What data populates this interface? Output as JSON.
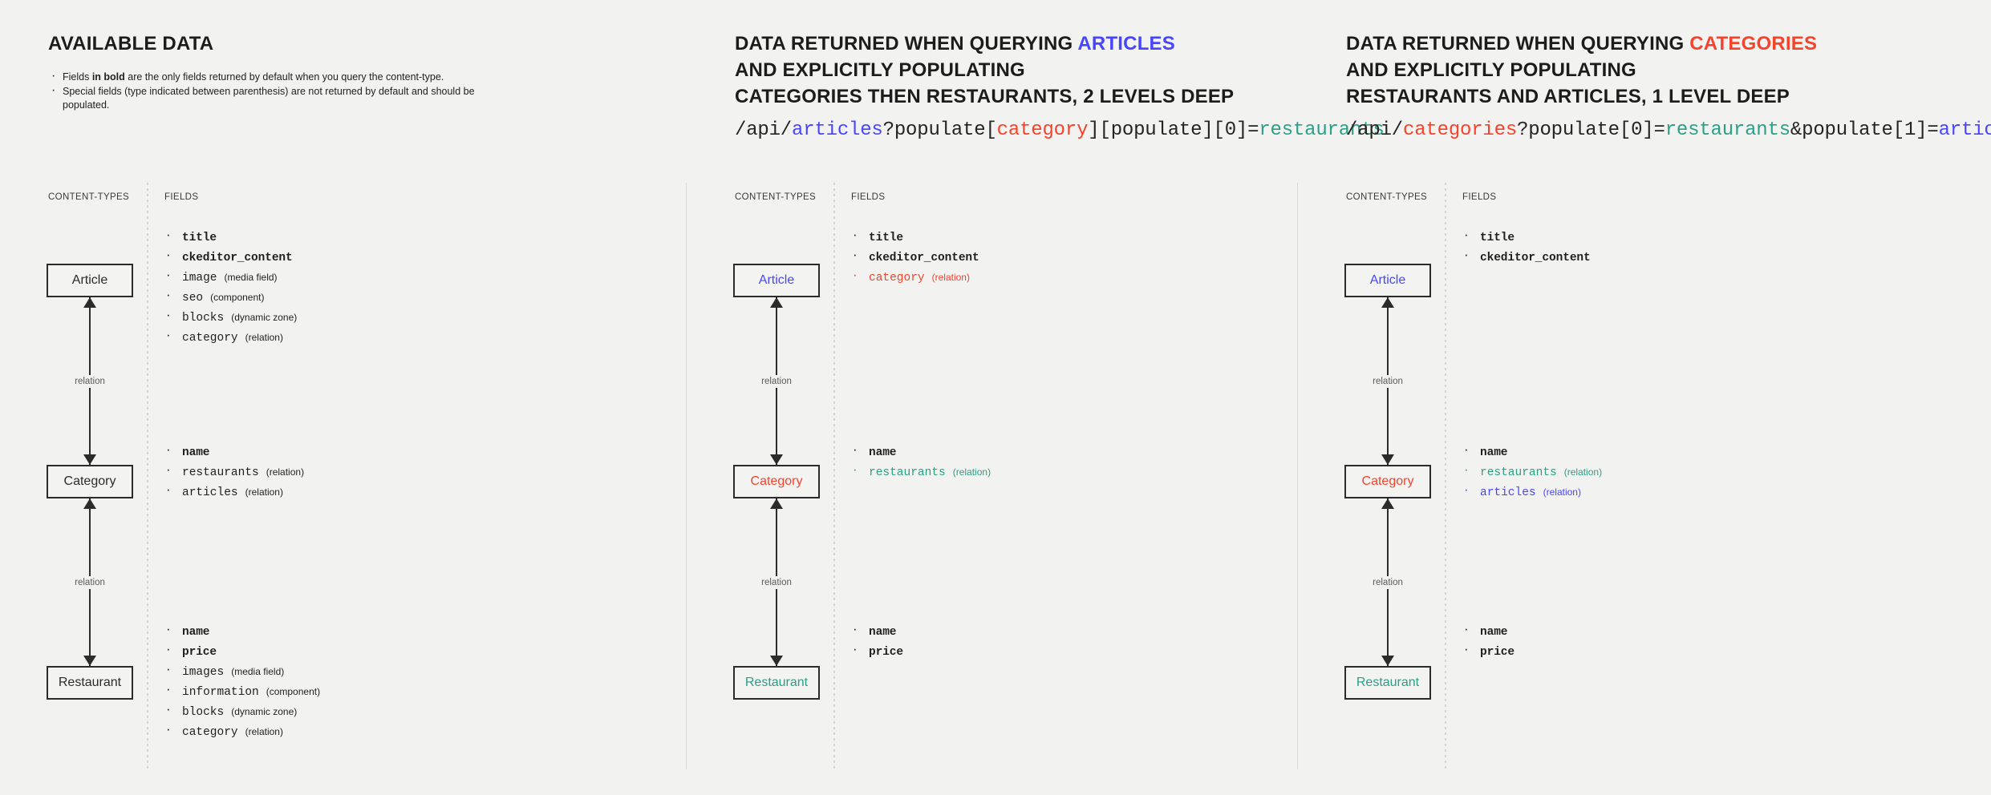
{
  "colors": {
    "background": "#f2f2f1",
    "ink": "#1f1f1f",
    "blue": "#4945ff",
    "red": "#f5432c",
    "teal": "#2aa087",
    "muted": "#5b5b5b"
  },
  "columns": {
    "content_types_caption": "CONTENT-TYPES",
    "fields_caption": "FIELDS",
    "relation_label": "relation"
  },
  "panels": [
    {
      "title_plain": "AVAILABLE DATA",
      "notes": [
        {
          "pre": "Fields ",
          "bold": "in bold",
          "post": " are the only fields returned by default when you query the content-type."
        },
        {
          "pre": "Special fields (type indicated between parenthesis) are not returned by default and should be populated.",
          "bold": "",
          "post": ""
        }
      ],
      "entities": [
        {
          "name": "Article",
          "color": "default",
          "fields": [
            {
              "name": "title",
              "type": "",
              "bold": true,
              "color": "default"
            },
            {
              "name": "ckeditor_content",
              "type": "",
              "bold": true,
              "color": "default"
            },
            {
              "name": "image",
              "type": "(media field)",
              "bold": false,
              "color": "default"
            },
            {
              "name": "seo",
              "type": "(component)",
              "bold": false,
              "color": "default"
            },
            {
              "name": "blocks",
              "type": "(dynamic zone)",
              "bold": false,
              "color": "default"
            },
            {
              "name": "category",
              "type": "(relation)",
              "bold": false,
              "color": "default"
            }
          ]
        },
        {
          "name": "Category",
          "color": "default",
          "fields": [
            {
              "name": "name",
              "type": "",
              "bold": true,
              "color": "default"
            },
            {
              "name": "restaurants",
              "type": "(relation)",
              "bold": false,
              "color": "default"
            },
            {
              "name": "articles",
              "type": "(relation)",
              "bold": false,
              "color": "default"
            }
          ]
        },
        {
          "name": "Restaurant",
          "color": "default",
          "fields": [
            {
              "name": "name",
              "type": "",
              "bold": true,
              "color": "default"
            },
            {
              "name": "price",
              "type": "",
              "bold": true,
              "color": "default"
            },
            {
              "name": "images",
              "type": "(media field)",
              "bold": false,
              "color": "default"
            },
            {
              "name": "information",
              "type": "(component)",
              "bold": false,
              "color": "default"
            },
            {
              "name": "blocks",
              "type": "(dynamic zone)",
              "bold": false,
              "color": "default"
            },
            {
              "name": "category",
              "type": "(relation)",
              "bold": false,
              "color": "default"
            }
          ]
        }
      ]
    },
    {
      "title_parts": [
        {
          "text": "DATA RETURNED WHEN QUERYING ",
          "color": "default"
        },
        {
          "text": "ARTICLES",
          "color": "blue"
        },
        {
          "text": "\nAND EXPLICITLY POPULATING\nCATEGORIES THEN RESTAURANTS, 2 LEVELS DEEP",
          "color": "default"
        }
      ],
      "query_parts": [
        {
          "text": "/api/",
          "color": "default"
        },
        {
          "text": "articles",
          "color": "blue"
        },
        {
          "text": "?populate[",
          "color": "default"
        },
        {
          "text": "category",
          "color": "red"
        },
        {
          "text": "][populate][0]=",
          "color": "default"
        },
        {
          "text": "restaurants",
          "color": "teal"
        }
      ],
      "entities": [
        {
          "name": "Article",
          "color": "blue",
          "fields": [
            {
              "name": "title",
              "type": "",
              "bold": true,
              "color": "default"
            },
            {
              "name": "ckeditor_content",
              "type": "",
              "bold": true,
              "color": "default"
            },
            {
              "name": "category",
              "type": "(relation)",
              "bold": false,
              "color": "red"
            }
          ]
        },
        {
          "name": "Category",
          "color": "red",
          "fields": [
            {
              "name": "name",
              "type": "",
              "bold": true,
              "color": "default"
            },
            {
              "name": "restaurants",
              "type": "(relation)",
              "bold": false,
              "color": "teal"
            }
          ]
        },
        {
          "name": "Restaurant",
          "color": "teal",
          "fields": [
            {
              "name": "name",
              "type": "",
              "bold": true,
              "color": "default"
            },
            {
              "name": "price",
              "type": "",
              "bold": true,
              "color": "default"
            }
          ]
        }
      ]
    },
    {
      "title_parts": [
        {
          "text": "DATA RETURNED WHEN QUERYING ",
          "color": "default"
        },
        {
          "text": "CATEGORIES",
          "color": "red"
        },
        {
          "text": "\nAND EXPLICITLY POPULATING\nRESTAURANTS AND ARTICLES, 1 LEVEL DEEP",
          "color": "default"
        }
      ],
      "query_parts": [
        {
          "text": "/api/",
          "color": "default"
        },
        {
          "text": "categories",
          "color": "red"
        },
        {
          "text": "?populate[0]=",
          "color": "default"
        },
        {
          "text": "restaurants",
          "color": "teal"
        },
        {
          "text": "&populate[1]=",
          "color": "default"
        },
        {
          "text": "articles",
          "color": "blue"
        }
      ],
      "entities": [
        {
          "name": "Article",
          "color": "blue",
          "fields": [
            {
              "name": "title",
              "type": "",
              "bold": true,
              "color": "default"
            },
            {
              "name": "ckeditor_content",
              "type": "",
              "bold": true,
              "color": "default"
            }
          ]
        },
        {
          "name": "Category",
          "color": "red",
          "fields": [
            {
              "name": "name",
              "type": "",
              "bold": true,
              "color": "default"
            },
            {
              "name": "restaurants",
              "type": "(relation)",
              "bold": false,
              "color": "teal"
            },
            {
              "name": "articles",
              "type": "(relation)",
              "bold": false,
              "color": "blue"
            }
          ]
        },
        {
          "name": "Restaurant",
          "color": "teal",
          "fields": [
            {
              "name": "name",
              "type": "",
              "bold": true,
              "color": "default"
            },
            {
              "name": "price",
              "type": "",
              "bold": true,
              "color": "default"
            }
          ]
        }
      ]
    }
  ]
}
